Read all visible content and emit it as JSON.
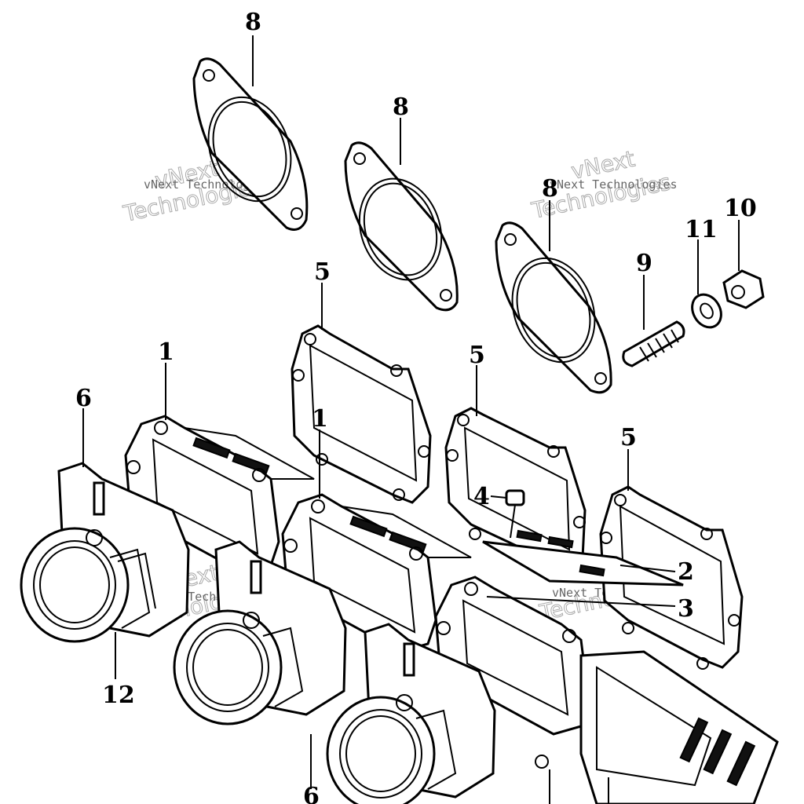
{
  "callouts": {
    "c8a": "8",
    "c8b": "8",
    "c8c": "8",
    "c5a": "5",
    "c5b": "5",
    "c5c": "5",
    "c1a": "1",
    "c1b": "1",
    "c6a": "6",
    "c6b": "6",
    "c4": "4",
    "c2": "2",
    "c3": "3",
    "c9": "9",
    "c10": "10",
    "c11": "11",
    "c12": "12"
  },
  "watermark": {
    "small": "vNext Technologies",
    "big_line1": "vNext",
    "big_line2": "Technologies"
  }
}
